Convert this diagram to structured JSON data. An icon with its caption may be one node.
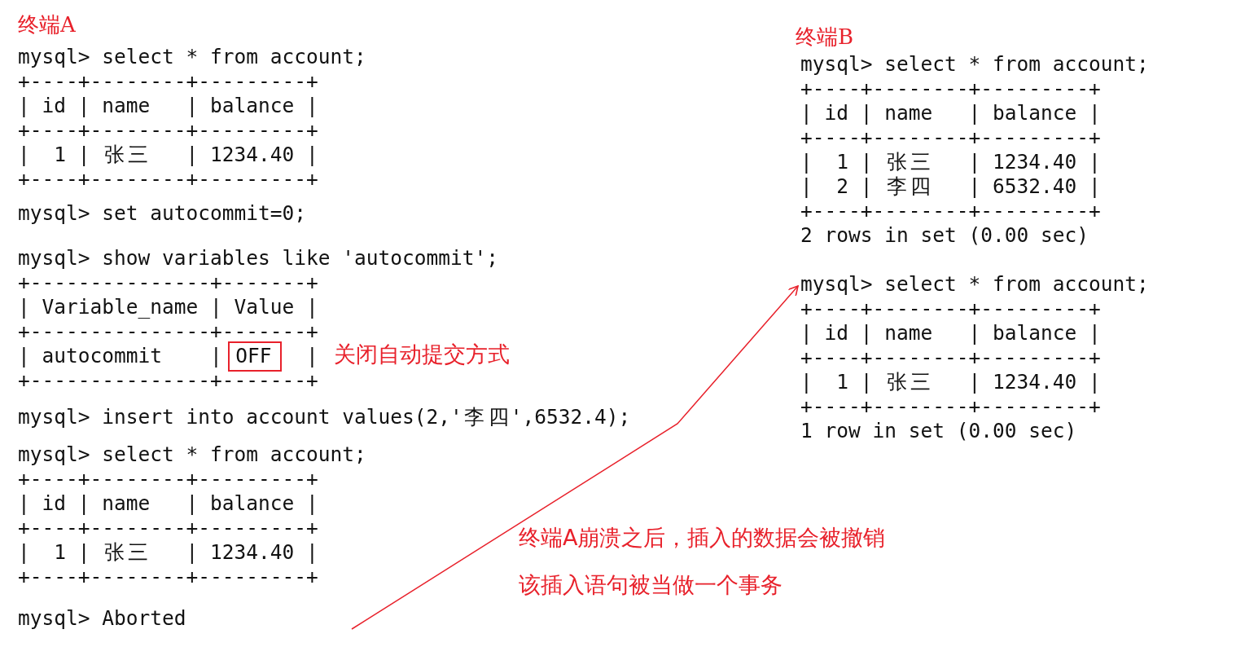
{
  "diagram": {
    "nodes": [
      {
        "text": [
          "OFF"
        ]
      },
      {
        "text": [
          "mysql> select * from account;"
        ]
      }
    ],
    "edges": [
      {
        "from": null,
        "to": 1,
        "arrow": "to"
      }
    ],
    "labels": [
      "终端A",
      "mysql> select * from account;",
      "+----+--------+---------+",
      "| id | name   | balance |",
      "+----+--------+---------+",
      "|  1 | 张三   | 1234.40 |",
      "+----+--------+---------+",
      "mysql> set autocommit=0;",
      "mysql> show variables like 'autocommit';",
      "+---------------+-------+",
      "| Variable_name | Value |",
      "+---------------+-------+",
      "| autocommit    |",
      "|",
      "关闭自动提交方式",
      "+---------------+-------+",
      "mysql> insert into account values(2,'李四',6532.4);",
      "mysql> select * from account;",
      "+----+--------+---------+",
      "| id | name   | balance |",
      "+----+--------+---------+",
      "|  1 | 张三   | 1234.40 |",
      "+----+--------+---------+",
      "mysql> Aborted",
      "终端B",
      "mysql> select * from account;",
      "+----+--------+---------+",
      "| id | name   | balance |",
      "+----+--------+---------+",
      "|  1 | 张三   | 1234.40 |",
      "|  2 | 李四   | 6532.40 |",
      "+----+--------+---------+",
      "2 rows in set (0.00 sec)",
      "+----+--------+---------+",
      "| id | name   | balance |",
      "+----+--------+---------+",
      "|  1 | 张三   | 1234.40 |",
      "+----+--------+---------+",
      "1 row in set (0.00 sec)",
      "终端A崩溃之后，插入的数据会被撤销",
      "该插入语句被当做一个事务"
    ]
  }
}
